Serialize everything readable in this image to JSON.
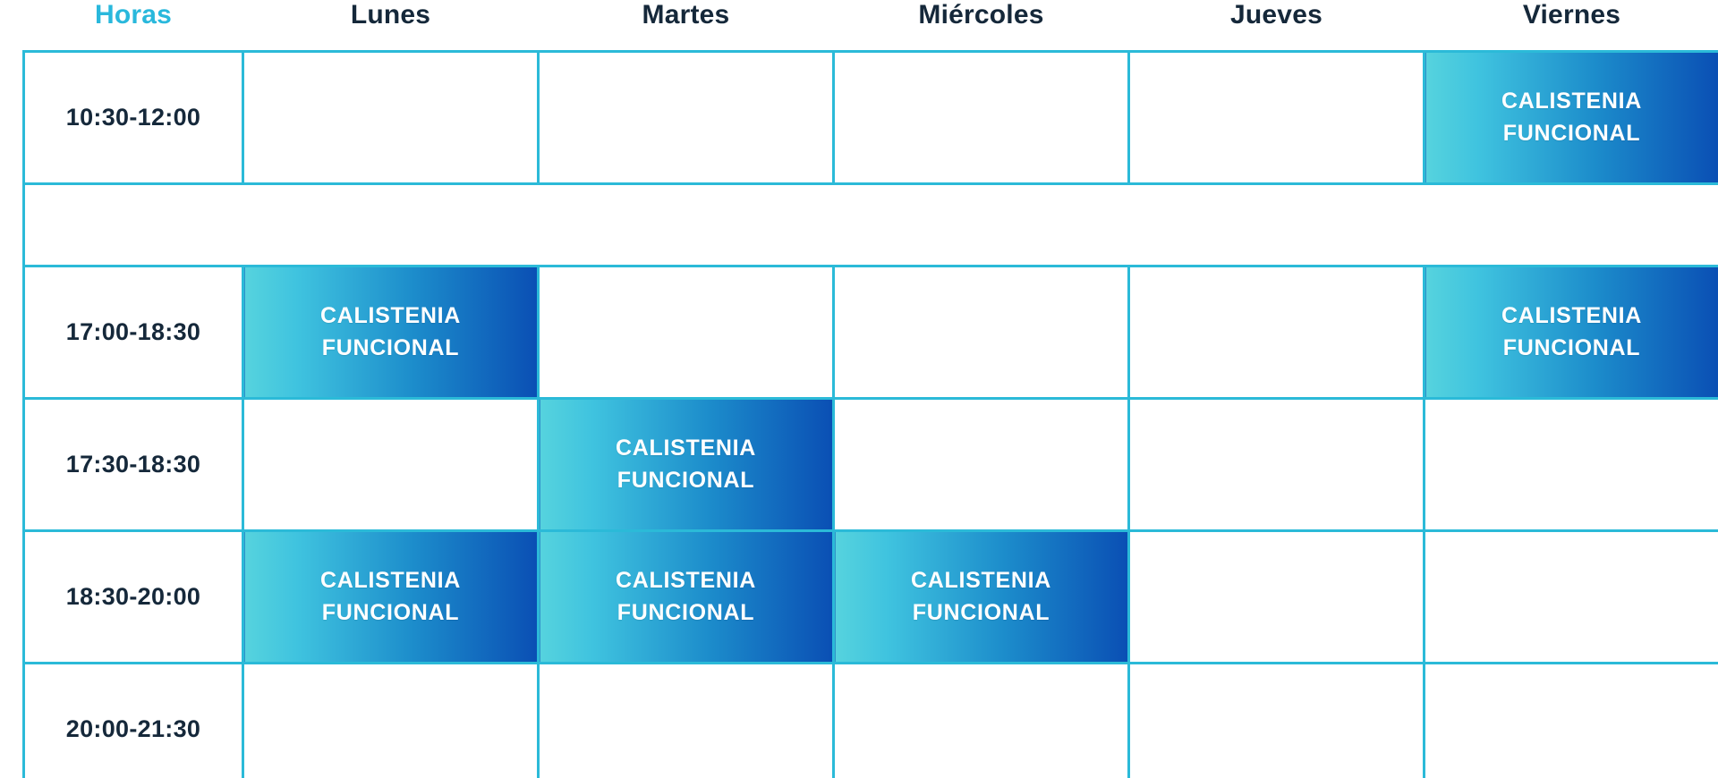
{
  "colors": {
    "accent_cyan": "#29B8DC",
    "border_cyan": "#2BBAD8",
    "header_text": "#15283A",
    "cell_gradient_start": "#56D3DE",
    "cell_gradient_end": "#0A4FB4",
    "cell_text": "#FFFFFF",
    "background": "#FFFFFF"
  },
  "header": {
    "hours_label": "Horas",
    "days": [
      "Lunes",
      "Martes",
      "Miércoles",
      "Jueves",
      "Viernes"
    ]
  },
  "class_name": {
    "line1": "CALISTENIA",
    "line2": "FUNCIONAL",
    "full": "CALISTENIA FUNCIONAL"
  },
  "rows": [
    {
      "time": "10:30-12:00",
      "cells": [
        {
          "filled": false,
          "label": ""
        },
        {
          "filled": false,
          "label": ""
        },
        {
          "filled": false,
          "label": ""
        },
        {
          "filled": false,
          "label": ""
        },
        {
          "filled": true,
          "label": "CALISTENIA FUNCIONAL"
        }
      ]
    },
    {
      "time": "",
      "spacer": true,
      "cells": []
    },
    {
      "time": "17:00-18:30",
      "cells": [
        {
          "filled": true,
          "label": "CALISTENIA FUNCIONAL"
        },
        {
          "filled": false,
          "label": ""
        },
        {
          "filled": false,
          "label": ""
        },
        {
          "filled": false,
          "label": ""
        },
        {
          "filled": true,
          "label": "CALISTENIA FUNCIONAL"
        }
      ]
    },
    {
      "time": "17:30-18:30",
      "cells": [
        {
          "filled": false,
          "label": ""
        },
        {
          "filled": true,
          "label": "CALISTENIA FUNCIONAL"
        },
        {
          "filled": false,
          "label": ""
        },
        {
          "filled": false,
          "label": ""
        },
        {
          "filled": false,
          "label": ""
        }
      ]
    },
    {
      "time": "18:30-20:00",
      "cells": [
        {
          "filled": true,
          "label": "CALISTENIA FUNCIONAL"
        },
        {
          "filled": true,
          "label": "CALISTENIA FUNCIONAL"
        },
        {
          "filled": true,
          "label": "CALISTENIA FUNCIONAL"
        },
        {
          "filled": false,
          "label": ""
        },
        {
          "filled": false,
          "label": ""
        }
      ]
    },
    {
      "time": "20:00-21:30",
      "clipped": true,
      "cells": [
        {
          "filled": false,
          "label": ""
        },
        {
          "filled": false,
          "label": ""
        },
        {
          "filled": false,
          "label": ""
        },
        {
          "filled": false,
          "label": ""
        },
        {
          "filled": false,
          "label": ""
        }
      ]
    }
  ]
}
